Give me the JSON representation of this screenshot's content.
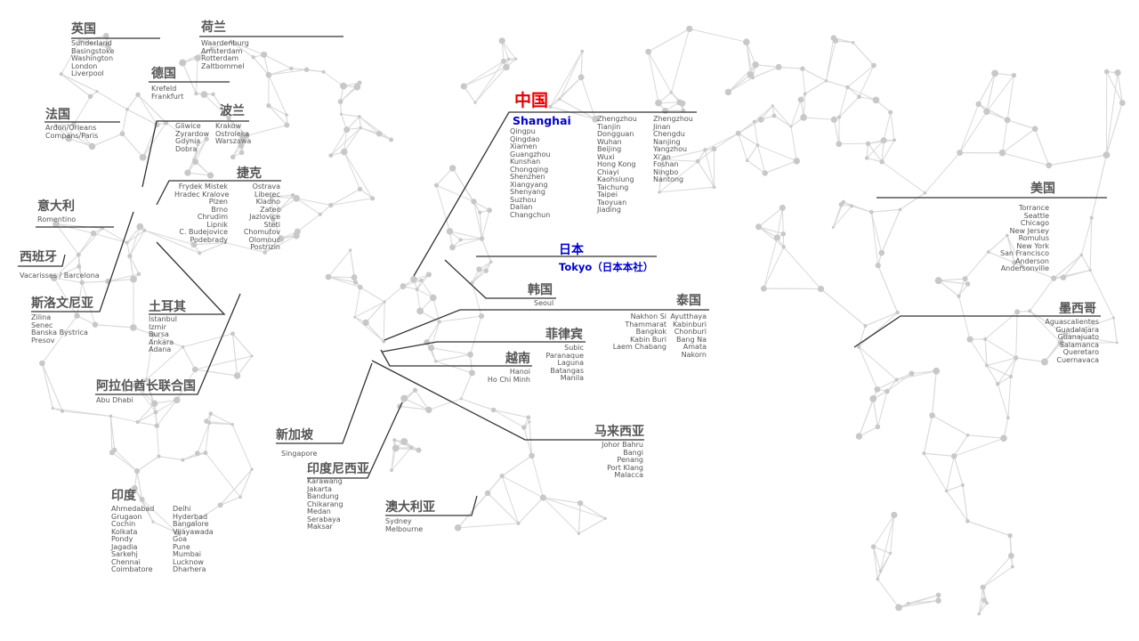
{
  "countries": {
    "uk": {
      "name": "英国",
      "cities": [
        "Sunderland",
        "Basingstoke",
        "Washington",
        "London",
        "Liverpool"
      ]
    },
    "nl": {
      "name": "荷兰",
      "cities": [
        "Waardenburg",
        "Amsterdam",
        "Rotterdam",
        "Zaltbommel"
      ]
    },
    "de": {
      "name": "德国",
      "cities": [
        "Krefeld",
        "Frankfurt"
      ]
    },
    "fr": {
      "name": "法国",
      "cities": [
        "Ardon/Orleans",
        "Compans/Paris"
      ]
    },
    "pl": {
      "name": "波兰",
      "cities_a": [
        "Gliwice",
        "Zyrardow",
        "Gdynia",
        "Dobra"
      ],
      "cities_b": [
        "Krakow",
        "Ostroleka",
        "Warszawa"
      ]
    },
    "cz": {
      "name": "捷克",
      "cities_a": [
        "Frydek Mistek",
        "Hradec Kralove",
        "Plzen",
        "Brno",
        "Chrudim",
        "Lipnik",
        "C. Budejovice",
        "Podebrady"
      ],
      "cities_b": [
        "Ostrava",
        "Liberec",
        "Kladno",
        "Zatec",
        "Jazlovice",
        "Steti",
        "Chomutov",
        "Olomouc",
        "Postrizin"
      ]
    },
    "it": {
      "name": "意大利",
      "cities": [
        "Romentino"
      ]
    },
    "es": {
      "name": "西班牙",
      "cities": [
        "Vacarisses / Barcelona"
      ]
    },
    "sk": {
      "name": "斯洛文尼亚",
      "cities": [
        "Zilina",
        "Senec",
        "Banska Bystrica",
        "Presov"
      ]
    },
    "tr": {
      "name": "土耳其",
      "cities": [
        "Istanbul",
        "Izmir",
        "Bursa",
        "Ankara",
        "Adana"
      ]
    },
    "ae": {
      "name": "阿拉伯酋长联合国",
      "cities": [
        "Abu Dhabi"
      ]
    },
    "sg": {
      "name": "新加坡",
      "cities": [
        "Singapore"
      ]
    },
    "in": {
      "name": "印度",
      "cities_a": [
        "Ahmedabad",
        "Grugaon",
        "Cochin",
        "Kolkata",
        "Pondy",
        "Jagadia",
        "Sarkehj",
        "Chennai",
        "Coimbatore"
      ],
      "cities_b": [
        "Delhi",
        "Hyderbad",
        "Bangalore",
        "Vijayawada",
        "Goa",
        "Pune",
        "Mumbai",
        "Lucknow",
        "Dharhera"
      ]
    },
    "id": {
      "name": "印度尼西亚",
      "cities": [
        "Karawang",
        "Jakarta",
        "Bandung",
        "Chikarang",
        "Medan",
        "Serabaya",
        "Maksar"
      ]
    },
    "au": {
      "name": "澳大利亚",
      "cities": [
        "Sydney",
        "Melbourne"
      ]
    },
    "cn": {
      "name": "中国",
      "hq": "Shanghai",
      "cities_a": [
        "Qingpu",
        "Qingdao",
        "Xiamen",
        "Guangzhou",
        "Kunshan",
        "Chongqing",
        "Shenzhen",
        "Xiangyang",
        "Shenyang",
        "Suzhou",
        "Dalian",
        "Changchun"
      ],
      "cities_b": [
        "Zhengzhou",
        "Tianjin",
        "Dongguan",
        "Wuhan",
        "Beijing",
        "Wuxi",
        "Hong Kong",
        "Chiayi",
        "Kaohsiung",
        "Taichung",
        "Taipei",
        "Taoyuan",
        "Jiading"
      ],
      "cities_c": [
        "Zhengzhou",
        "Jinan",
        "Chengdu",
        "Nanjing",
        "Yangzhou",
        "Xi'an",
        "Foshan",
        "Ningbo",
        "Nantong"
      ]
    },
    "jp": {
      "name": "日本",
      "hq": "Tokyo（日本本社）"
    },
    "kr": {
      "name": "韩国",
      "cities": [
        "Seoul"
      ]
    },
    "th": {
      "name": "泰国",
      "cities_a": [
        "Nakhon Si",
        "Thammarat",
        "Bangkok",
        "Kabin Buri",
        "Laem Chabang"
      ],
      "cities_b": [
        "Ayutthaya",
        "Kabinburi",
        "Chonburi",
        "Bang Na",
        "Amata",
        "Nakorn"
      ]
    },
    "ph": {
      "name": "菲律宾",
      "cities": [
        "Subic",
        "Paranaque",
        "Laguna",
        "Batangas",
        "Manila"
      ]
    },
    "vn": {
      "name": "越南",
      "cities": [
        "Hanoi",
        "Ho Chi Minh"
      ]
    },
    "my": {
      "name": "马来西亚",
      "cities": [
        "Johor Bahru",
        "Bangi",
        "Penang",
        "Port Klang",
        "Malacca"
      ]
    },
    "us": {
      "name": "美国",
      "cities": [
        "Torrance",
        "Seattle",
        "Chicago",
        "New Jersey",
        "Romulus",
        "New York",
        "San Francisco",
        "Anderson",
        "Andersonville"
      ]
    },
    "mx": {
      "name": "墨西哥",
      "cities": [
        "Aguascalientes",
        "Guadalajara",
        "Guanajuato",
        "Salamanca",
        "Queretaro",
        "Cuernavaca"
      ]
    }
  },
  "colors": {
    "mesh": "#d9d9d9",
    "node": "#c8c8c8",
    "leader": "#333333",
    "china": "#e60000",
    "japan": "#0000cc",
    "text": "#555555"
  }
}
